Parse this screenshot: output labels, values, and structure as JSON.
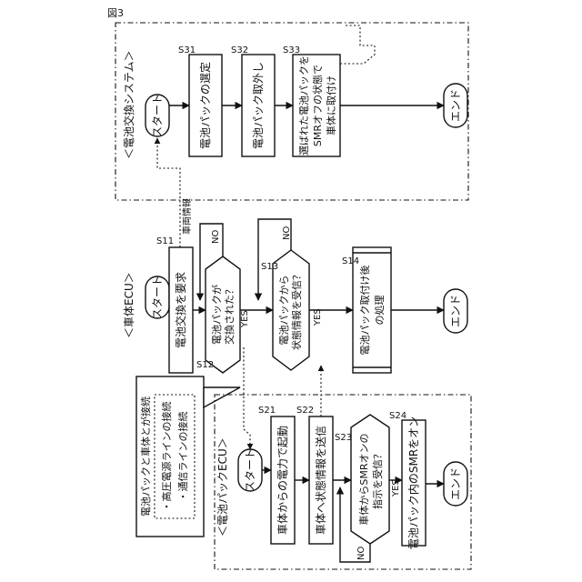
{
  "figure_label": "図3",
  "system": {
    "title": "＜電池交換システム＞",
    "start": "スタート",
    "s31": {
      "label": "S31",
      "text": "電池パックの選定"
    },
    "s32": {
      "label": "S32",
      "text": "電池パック取外し"
    },
    "s33": {
      "label": "S33",
      "lines": [
        "選ばれた電池パックを",
        "SMRオフの状態で",
        "車体に取付け"
      ]
    },
    "end": "エンド",
    "vehicle_info": "車両情報"
  },
  "ecu": {
    "title": "＜車体ECU＞",
    "start": "スタート",
    "s11": {
      "label": "S11",
      "text": "電池交換を要求"
    },
    "s12": {
      "label": "S12",
      "lines": [
        "電池パックが",
        "交換された？"
      ],
      "no": "NO",
      "yes": "YES"
    },
    "s13": {
      "label": "S13",
      "lines": [
        "電池パックから",
        "状態情報を受信？"
      ],
      "no": "NO",
      "yes": "YES"
    },
    "s14": {
      "label": "S14",
      "lines": [
        "電池パック取付け後",
        "の処理"
      ]
    },
    "end": "エンド"
  },
  "note": {
    "lines": [
      "電池パックと車体とが接続"
    ],
    "items": [
      "・高圧電源ラインの接続",
      "・通信ラインの接続"
    ]
  },
  "pack": {
    "title": "＜電池パックECU＞",
    "start": "スタート",
    "s21": {
      "label": "S21",
      "text": "車体からの電力で起動"
    },
    "s22": {
      "label": "S22",
      "text": "車体へ状態情報を送信"
    },
    "s23": {
      "label": "S23",
      "lines": [
        "車体からSMRオンの",
        "指示を受信？"
      ],
      "no": "NO",
      "yes": "YES"
    },
    "s24": {
      "label": "S24",
      "text": "電池パック内のSMRをオン"
    },
    "end": "エンド"
  }
}
